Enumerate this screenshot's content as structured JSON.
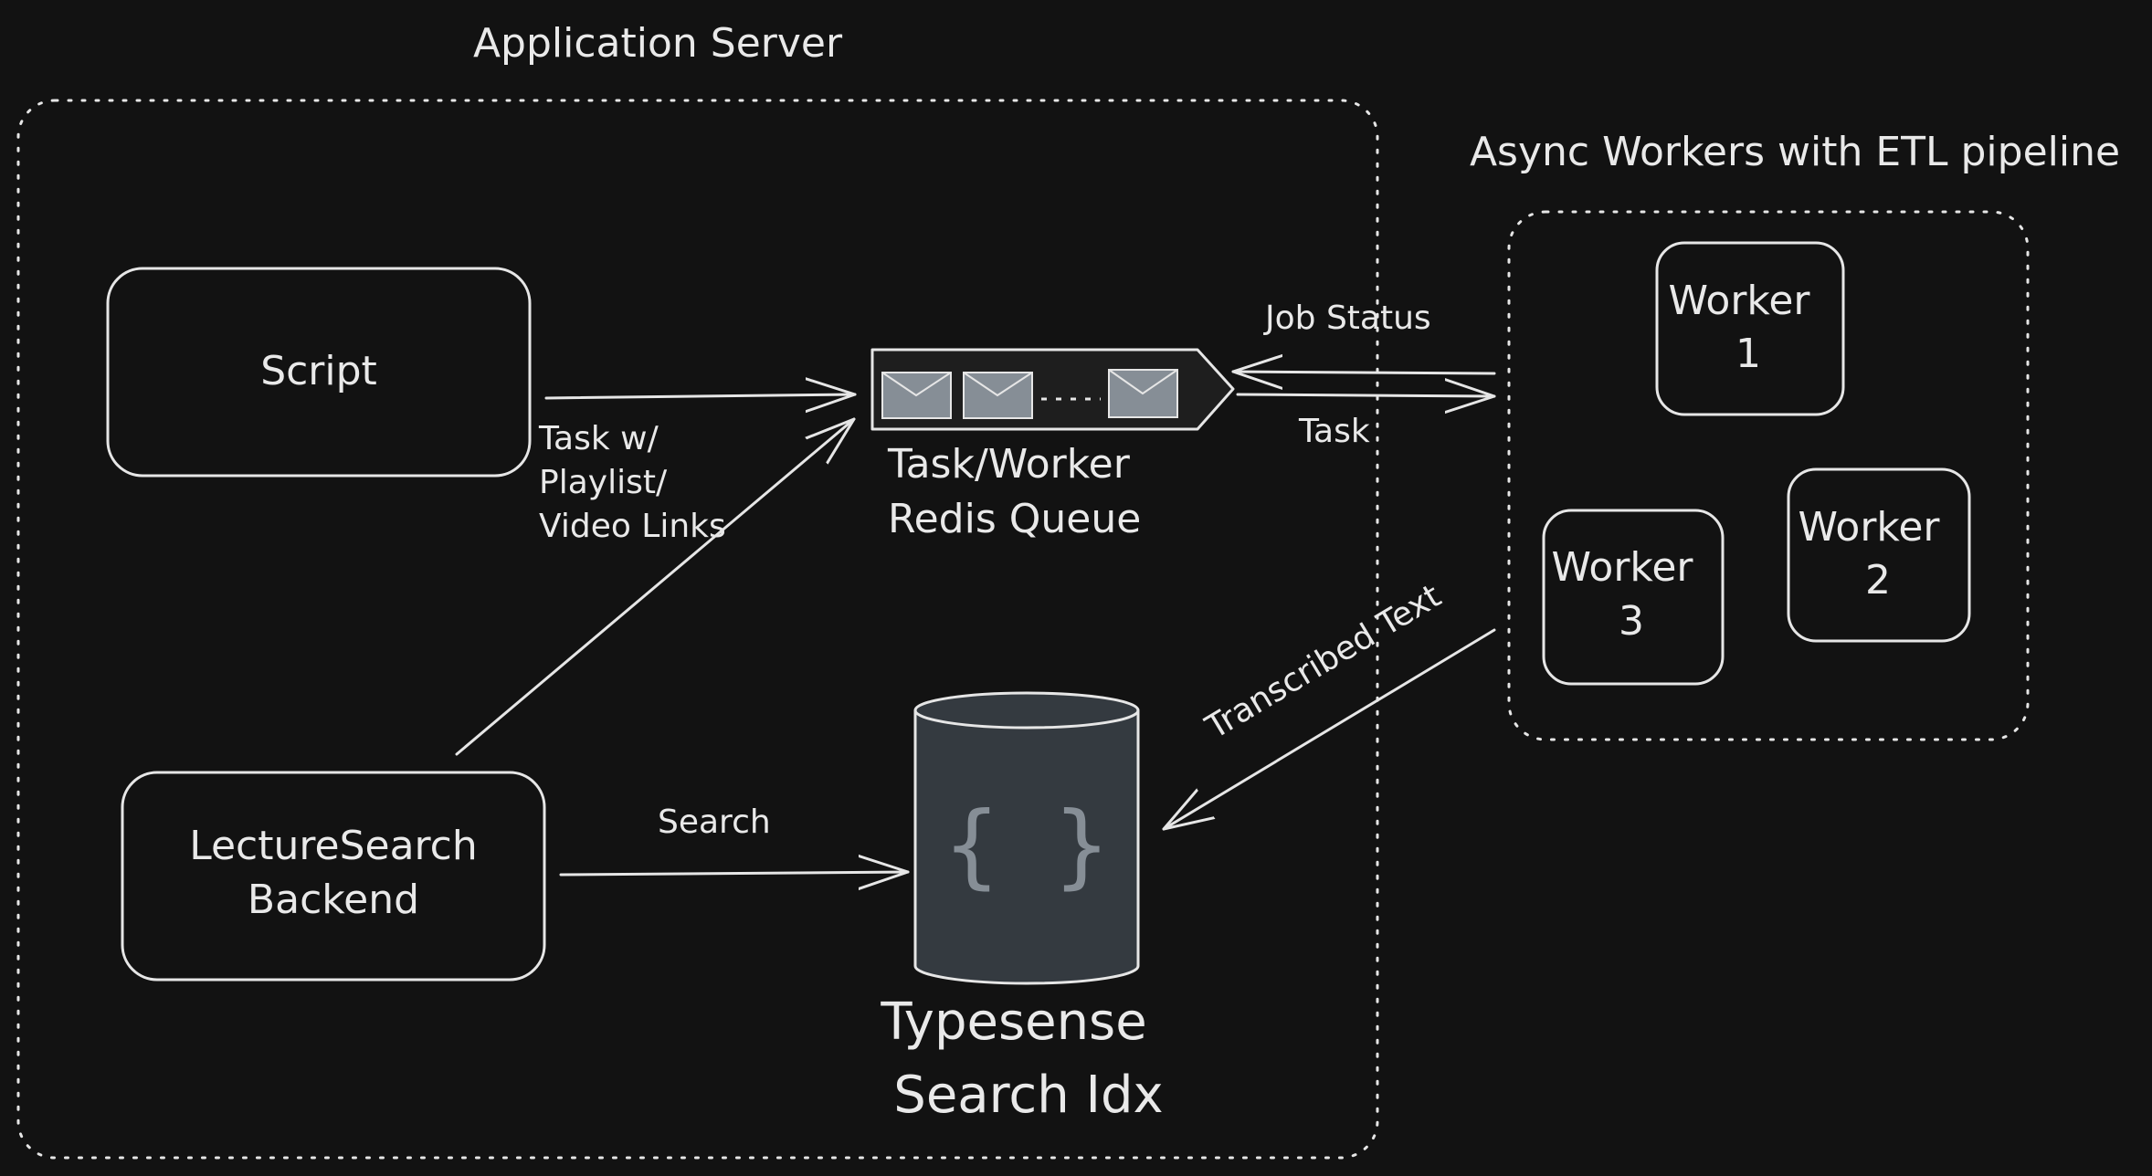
{
  "groups": {
    "app_server": {
      "title": "Application Server"
    },
    "workers": {
      "title": "Async Workers with ETL pipeline"
    }
  },
  "nodes": {
    "script": {
      "label": "Script"
    },
    "backend": {
      "line1": "LectureSearch",
      "line2": "Backend"
    },
    "queue": {
      "line1": "Task/Worker",
      "line2": "Redis Queue"
    },
    "typesense": {
      "line1": "Typesense",
      "line2": "Search Idx",
      "icon": "curly-braces-icon"
    },
    "worker1": {
      "line1": "Worker",
      "line2": "1"
    },
    "worker2": {
      "line1": "Worker",
      "line2": "2"
    },
    "worker3": {
      "line1": "Worker",
      "line2": "3"
    }
  },
  "edges": {
    "script_to_queue": {
      "line1": "Task w/",
      "line2": "Playlist/",
      "line3": "Video Links"
    },
    "queue_status": {
      "label": "Job Status"
    },
    "queue_task": {
      "label": "Task"
    },
    "backend_search": {
      "label": "Search"
    },
    "transcribed": {
      "label": "Transcribed Text"
    }
  },
  "colors": {
    "background": "#121212",
    "stroke": "#e6e6e6",
    "db_fill": "#343a40",
    "envelope_fill": "#868e96",
    "queue_fill": "#1e1e1e"
  }
}
